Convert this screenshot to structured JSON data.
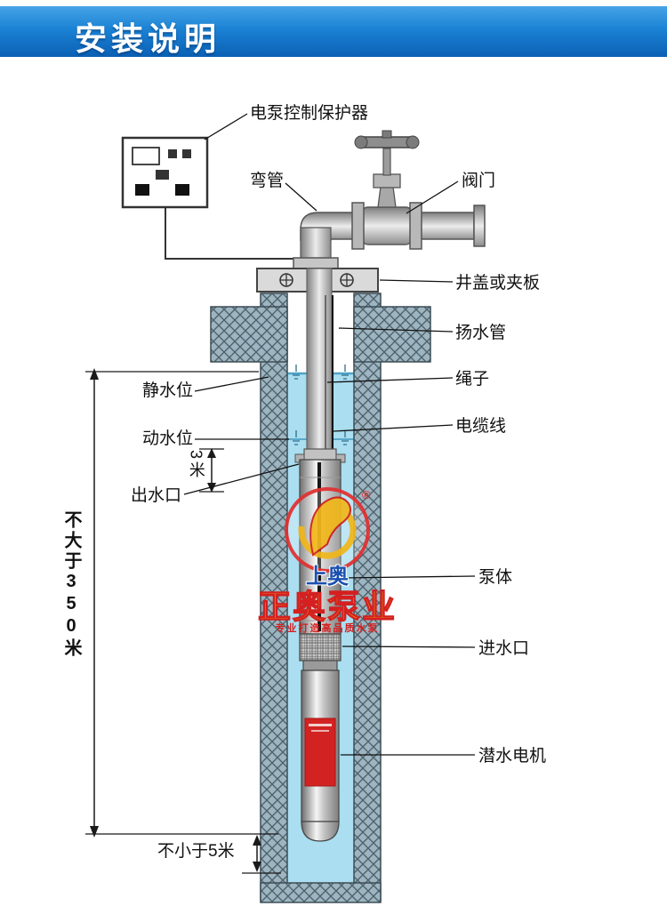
{
  "header": {
    "title": "安装说明"
  },
  "diagram": {
    "labels": {
      "control_protector": "电泵控制保护器",
      "bend_pipe": "弯管",
      "valve": "阀门",
      "well_cover": "井盖或夹板",
      "riser_pipe": "扬水管",
      "rope": "绳子",
      "cable": "电缆线",
      "static_water_level": "静水位",
      "dynamic_water_level": "动水位",
      "outlet": "出水口",
      "pump_body": "泵体",
      "inlet": "进水口",
      "motor": "潜水电机"
    },
    "dimensions": {
      "max_depth": "不大于350米",
      "outlet_depth": "3米",
      "bottom_clearance": "不小于5米"
    },
    "watermark": {
      "registered": "®",
      "brand_top": "上奥",
      "brand_main": "正奥泵业",
      "slogan": "专业打造高品质水泵"
    },
    "colors": {
      "banner_blue": "#1b82d4",
      "water_blue": "#aadef0",
      "wall_gray": "#9db5c0",
      "brand_gold": "#f6c414",
      "brand_red": "#d42020"
    }
  }
}
